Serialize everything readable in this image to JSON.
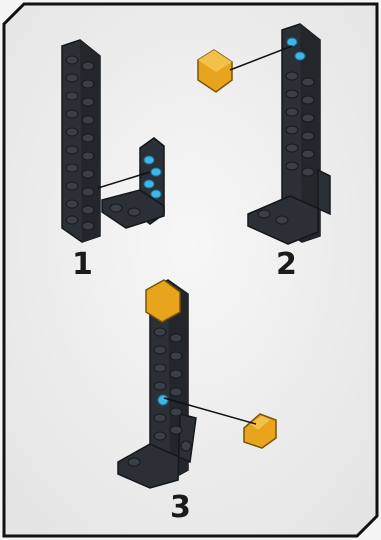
{
  "steps": [
    {
      "number": "1"
    },
    {
      "number": "2"
    },
    {
      "number": "3"
    }
  ],
  "colors": {
    "brick_dark": "#2b3036",
    "brick_edge": "#14171a",
    "stud": "#3a4047",
    "highlight": "#3fb6e8",
    "accent_orange": "#e8a41c",
    "frame": "#111111",
    "background": "#efefef"
  }
}
